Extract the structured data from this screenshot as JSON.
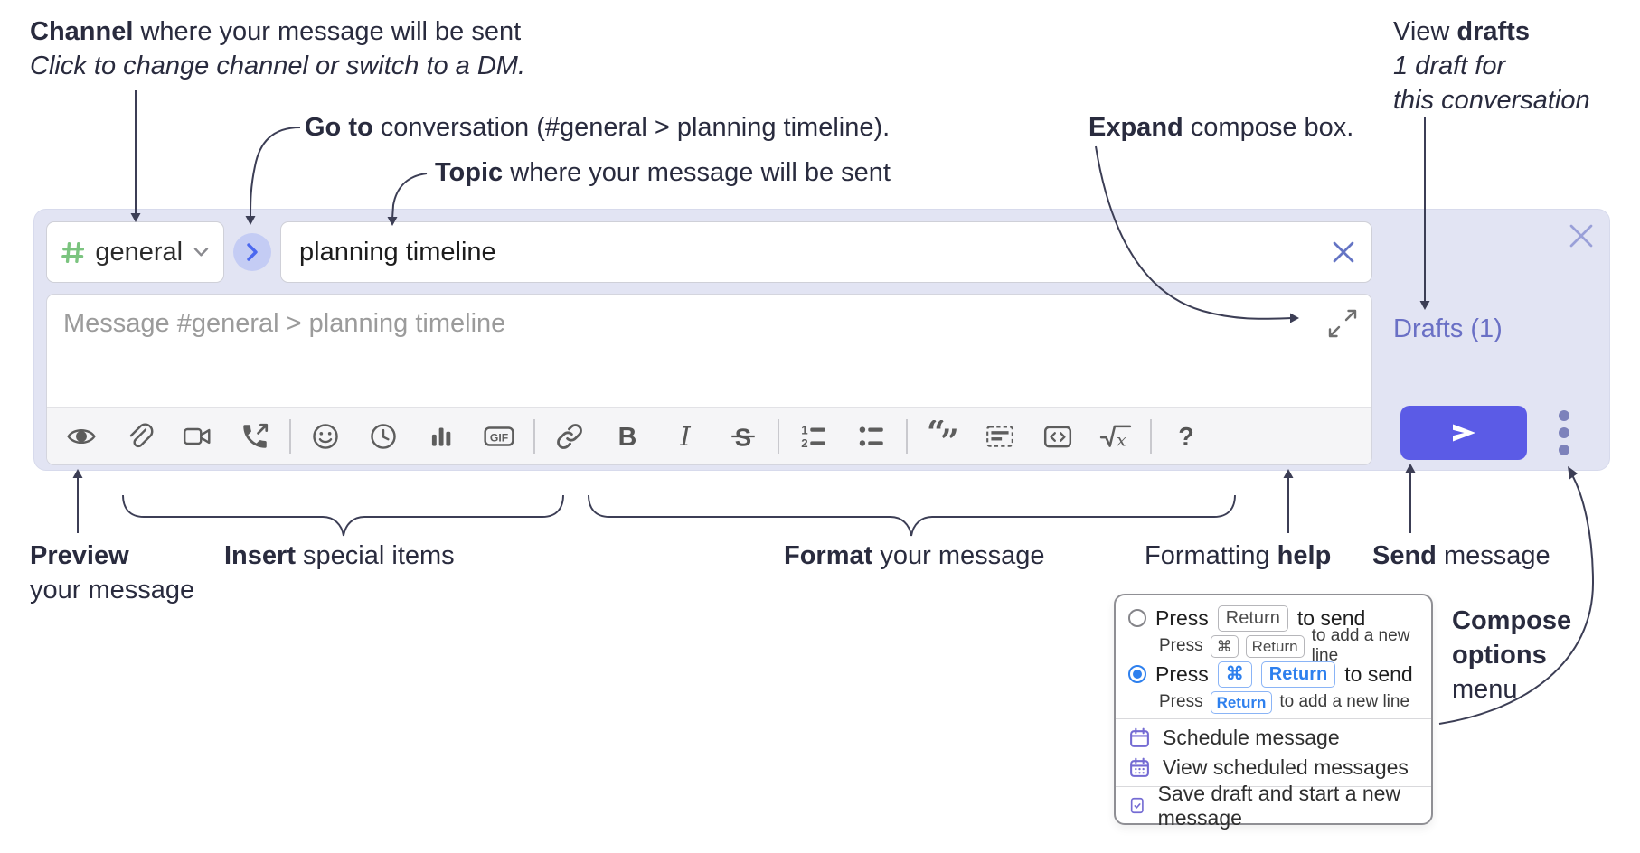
{
  "annotations": {
    "channel_line1_bold": "Channel",
    "channel_line1_rest": " where your message will be sent",
    "channel_line2": "Click to change channel or switch to a DM.",
    "goto_bold": "Go to",
    "goto_rest": " conversation (#general > planning timeline).",
    "topic_bold": "Topic",
    "topic_rest": " where your message will be sent",
    "drafts_line1_pre": "View ",
    "drafts_line1_bold": "drafts",
    "drafts_line2": "1 draft for",
    "drafts_line3": "this conversation",
    "expand_bold": "Expand",
    "expand_rest": " compose box.",
    "preview_bold": "Preview",
    "preview_line2": "your message",
    "insert_bold": "Insert",
    "insert_rest": " special items",
    "format_bold": "Format",
    "format_rest": " your message",
    "help_pre": "Formatting ",
    "help_bold": "help",
    "send_bold": "Send",
    "send_rest": " message",
    "compose_options_line1": "Compose",
    "compose_options_line2": "options",
    "compose_options_line3": "menu"
  },
  "compose": {
    "channel": "general",
    "topic": "planning timeline",
    "placeholder": "Message #general > planning timeline",
    "drafts_link": "Drafts (1)"
  },
  "toolbar": {
    "icons": [
      "preview-eye-icon",
      "attach-file-icon",
      "video-call-icon",
      "audio-call-icon",
      "emoji-icon",
      "time-icon",
      "poll-icon",
      "gif-icon",
      "link-icon",
      "bold-icon",
      "italic-icon",
      "strikethrough-icon",
      "numbered-list-icon",
      "bulleted-list-icon",
      "quote-icon",
      "spoiler-icon",
      "code-icon",
      "math-icon",
      "help-icon"
    ],
    "gif_label": "GIF",
    "bold_glyph": "B",
    "italic_glyph": "I",
    "strike_glyph": "S",
    "num1": "1",
    "num2": "2",
    "quote_open": "“",
    "quote_close": "”",
    "math_glyph": "x",
    "help_glyph": "?"
  },
  "options_menu": {
    "opt1_press": "Press",
    "opt1_key": "Return",
    "opt1_rest": "to send",
    "opt1_sub_press": "Press",
    "opt1_sub_key1": "⌘",
    "opt1_sub_key2": "Return",
    "opt1_sub_rest": "to add a new line",
    "opt2_press": "Press",
    "opt2_key1": "⌘",
    "opt2_key2": "Return",
    "opt2_rest": "to send",
    "opt2_sub_press": "Press",
    "opt2_sub_key": "Return",
    "opt2_sub_rest": "to add a new line",
    "item_schedule": "Schedule message",
    "item_view_scheduled": "View scheduled messages",
    "item_save_draft": "Save draft and start a new message"
  },
  "colors": {
    "compose_bg": "#e2e4f3",
    "send_button": "#5b5be6",
    "drafts_link": "#6a70c5",
    "channel_hash_green": "#7bc47f",
    "goto_chevron_blue": "#4b68ef",
    "radio_selected_blue": "#2e80ee",
    "menu_icon_purple": "#746bd3",
    "annotation_text": "#292b3e"
  }
}
